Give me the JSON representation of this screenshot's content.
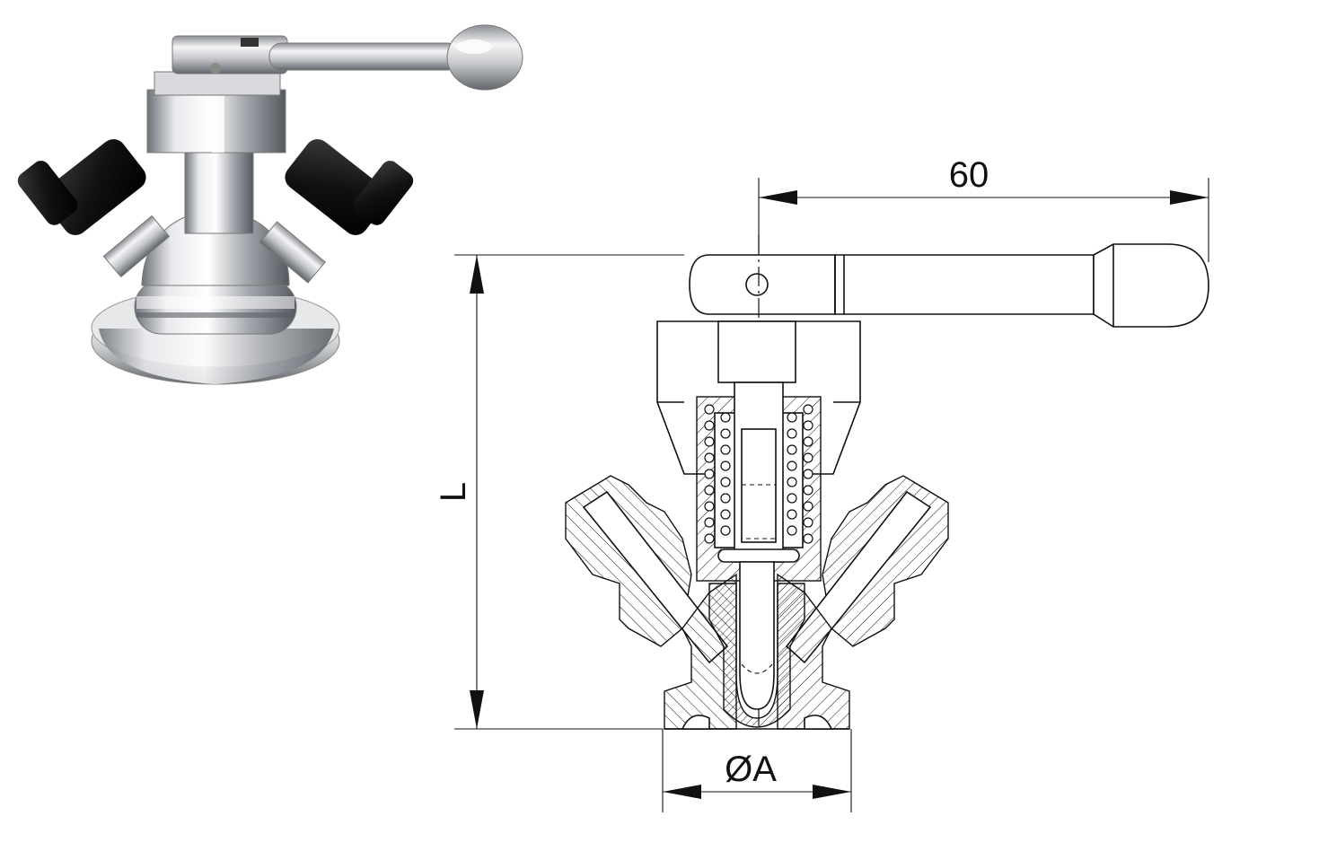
{
  "dimensions": {
    "handle_length": "60",
    "overall_length": "L",
    "bore_diameter": "ØA"
  },
  "colors": {
    "line": "#111111",
    "background": "#ffffff",
    "steel_light": "#f2f3f5",
    "steel_mid": "#b9bcc2",
    "steel_dark": "#5b5f66",
    "knob_black": "#1a1a1a"
  }
}
